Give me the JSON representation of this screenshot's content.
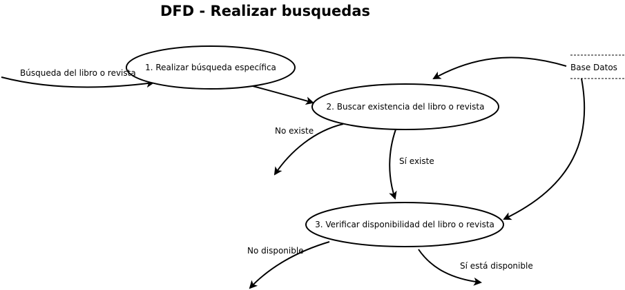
{
  "title": "DFD - Realizar busquedas",
  "processes": [
    {
      "id": "p1",
      "label": "1. Realizar búsqueda específica"
    },
    {
      "id": "p2",
      "label": "2. Buscar existencia del libro o revista"
    },
    {
      "id": "p3",
      "label": "3. Verificar disponibilidad del libro o revista"
    }
  ],
  "data_store": {
    "label": "Base Datos"
  },
  "flows": [
    {
      "id": "input",
      "label": "Búsqueda del libro o revista"
    },
    {
      "id": "p1_p2",
      "label": ""
    },
    {
      "id": "db_p2",
      "label": ""
    },
    {
      "id": "db_p3",
      "label": ""
    },
    {
      "id": "no_existe",
      "label": "No existe"
    },
    {
      "id": "si_existe",
      "label": "Sí existe"
    },
    {
      "id": "no_disponible",
      "label": "No disponible"
    },
    {
      "id": "si_disponible",
      "label": "Sí está disponible"
    }
  ]
}
